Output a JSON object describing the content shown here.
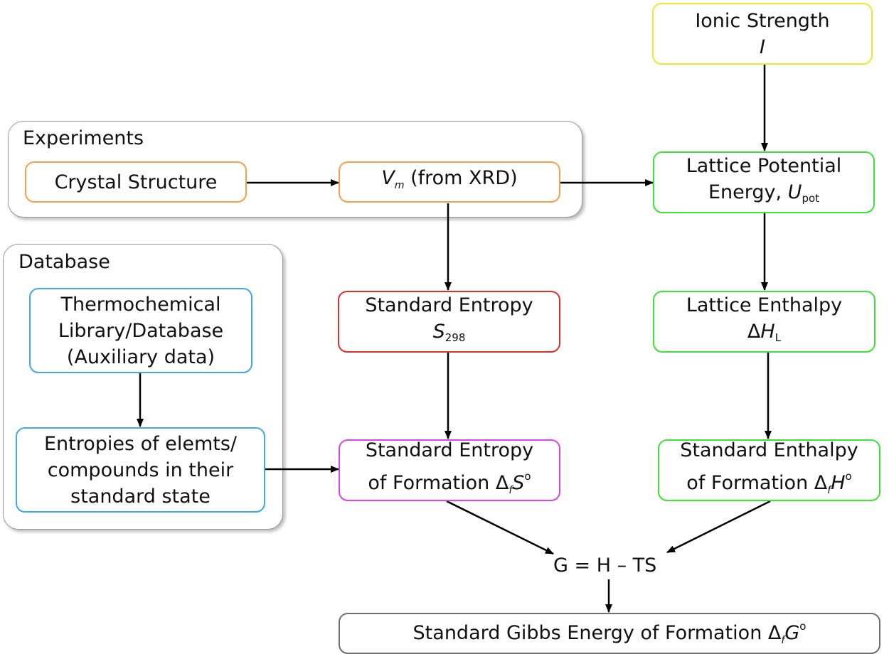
{
  "colors": {
    "orange": "#f5a04a",
    "yellow": "#f0e536",
    "green": "#3fe135",
    "red": "#de2e2e",
    "blue": "#40a8ec",
    "magenta": "#d944e6",
    "gray": "#707070",
    "group_border": "#9a9a9a",
    "arrow": "#000000"
  },
  "groups": {
    "experiments": {
      "label": "Experiments"
    },
    "database": {
      "label": "Database"
    }
  },
  "nodes": {
    "ionic_strength": {
      "line1": "Ionic Strength",
      "symbol": "I"
    },
    "crystal_structure": {
      "label": "Crystal Structure"
    },
    "vm": {
      "symbol": "V",
      "subscript": "m",
      "text": " (from XRD)"
    },
    "lattice_potential": {
      "line1": "Lattice Potential",
      "line2": "Energy, ",
      "symbol": "U",
      "subscript": "pot"
    },
    "thermo_library": {
      "line1": "Thermochemical",
      "line2": "Library/Database",
      "line3": "(Auxiliary data)"
    },
    "standard_entropy": {
      "line1": "Standard Entropy",
      "symbol": "S",
      "subscript": "298"
    },
    "lattice_enthalpy": {
      "line1": "Lattice Enthalpy",
      "delta": "Δ",
      "symbol": "H",
      "subscript": "L"
    },
    "entropies_elements": {
      "line1": "Entropies of elemts/",
      "line2": "compounds in their",
      "line3": "standard state"
    },
    "entropy_formation": {
      "line1": "Standard Entropy",
      "line2": "of Formation ",
      "delta": "Δ",
      "subscript": "f",
      "symbol": "S",
      "superscript": "o"
    },
    "enthalpy_formation": {
      "line1": "Standard Enthalpy",
      "line2": "of Formation ",
      "delta": "Δ",
      "subscript": "f",
      "symbol": "H",
      "superscript": "o"
    },
    "gibbs_formation": {
      "text": "Standard Gibbs Energy of Formation ",
      "delta": "Δ",
      "subscript": "f",
      "symbol": "G",
      "superscript": "o"
    }
  },
  "equation": {
    "text": "G = H – TS"
  }
}
